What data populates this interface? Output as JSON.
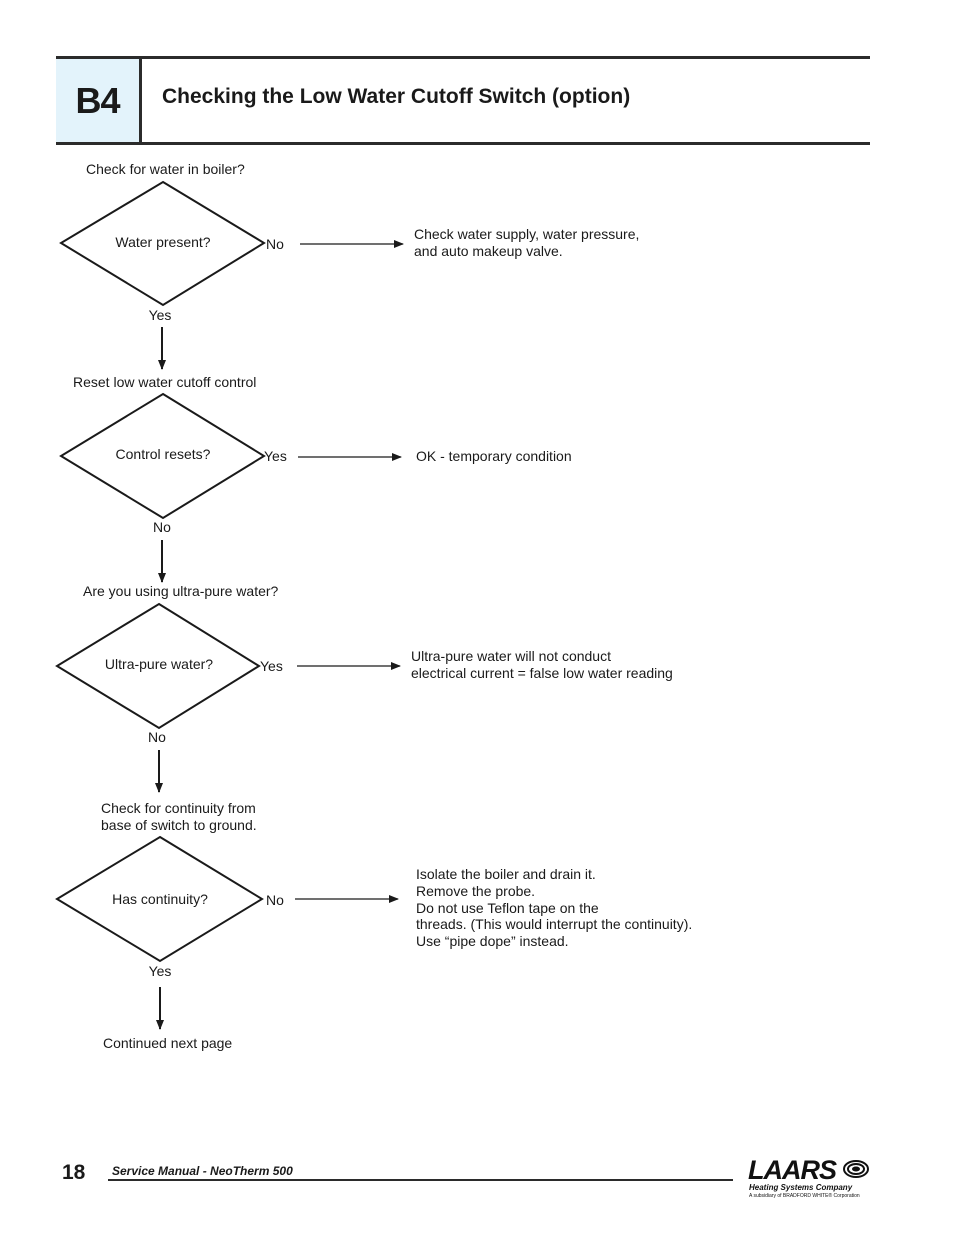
{
  "header": {
    "section_code": "B4",
    "title": "Checking the Low Water Cutoff Switch (option)"
  },
  "flowchart": {
    "step1": {
      "prompt": "Check for water in boiler?",
      "question": "Water present?",
      "side_label": "No",
      "down_label": "Yes",
      "outcome": [
        "Check water supply, water pressure,",
        "and auto makeup valve."
      ]
    },
    "step2": {
      "prompt": "Reset low water cutoff control",
      "question": "Control resets?",
      "side_label": "Yes",
      "down_label": "No",
      "outcome": [
        "OK - temporary condition"
      ]
    },
    "step3": {
      "prompt": "Are you using ultra-pure water?",
      "question": "Ultra-pure water?",
      "side_label": "Yes",
      "down_label": "No",
      "outcome": [
        "Ultra-pure water will not conduct",
        "electrical current = false low water reading"
      ]
    },
    "step4": {
      "prompt": [
        "Check for continuity from",
        "base of switch to ground."
      ],
      "question": "Has continuity?",
      "side_label": "No",
      "down_label": "Yes",
      "outcome": [
        "Isolate the boiler and drain it.",
        "Remove the probe.",
        "Do not use Teflon tape on the",
        "threads. (This would interrupt the continuity).",
        "Use “pipe dope” instead."
      ]
    },
    "end_text": "Continued next page"
  },
  "footer": {
    "page_number": "18",
    "manual_title": "Service Manual - NeoTherm 500",
    "logo": {
      "wordmark": "LAARS",
      "tagline": "Heating Systems Company",
      "subsidiary": "A subsidiary of BRADFORD WHITE® Corporation"
    }
  },
  "colors": {
    "section_box_fill": "#e3f3fb",
    "rule": "#2b2b2b",
    "text": "#1a1a1a"
  }
}
